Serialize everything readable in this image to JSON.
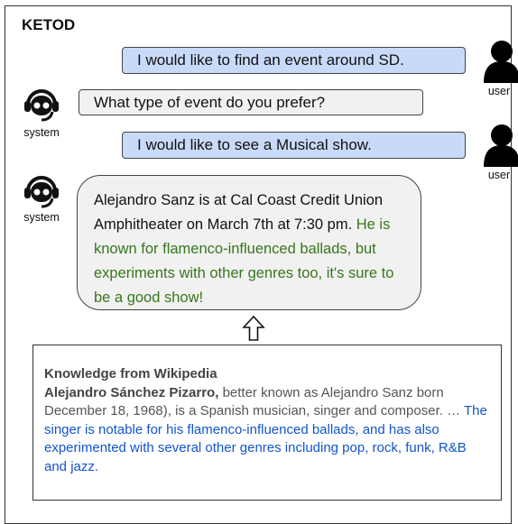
{
  "title": "KETOD",
  "dialogue": [
    {
      "role": "user",
      "text": "I would like to find an event around SD.",
      "label": "user"
    },
    {
      "role": "system",
      "text": "What type of event do you prefer?",
      "label": "system"
    },
    {
      "role": "user",
      "text": "I would like to see a Musical show.",
      "label": "user"
    },
    {
      "role": "system",
      "label": "system",
      "text_plain": "Alejandro Sanz is at Cal Coast Credit Union Amphitheater on March 7th at 7:30 pm.",
      "text_knowledge": "He is known for flamenco-influenced ballads, but experiments with other genres too,  it's sure to be a good show!"
    }
  ],
  "knowledge": {
    "heading": "Knowledge from Wikipedia",
    "name": "Alejandro Sánchez Pizarro,",
    "plain": "better known as Alejandro Sanz born December 18, 1968), is a Spanish musician, singer and composer. …",
    "highlight": "The singer is notable for his flamenco-influenced ballads, and has also experimented with several other genres including pop, rock, funk, R&B and jazz."
  },
  "colors": {
    "user_bubble": "#c9daf8",
    "system_bubble": "#f1f1f1",
    "knowledge_grounded_text": "#38761d",
    "wikipedia_highlight": "#1155cc"
  },
  "icons": {
    "user": "person-silhouette-icon",
    "system": "robot-headset-icon",
    "arrow": "up-arrow-outline-icon"
  }
}
